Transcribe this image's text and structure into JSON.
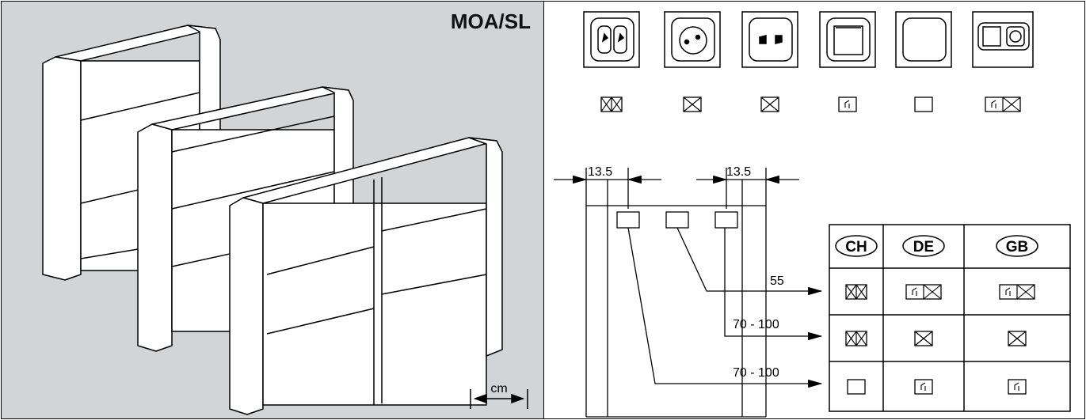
{
  "left_panel": {
    "title": "MOA/SL",
    "unit_label": "cm",
    "cabinets": [
      "cabinet-small",
      "cabinet-medium",
      "cabinet-large"
    ]
  },
  "right_panel": {
    "socket_icons": [
      {
        "name": "ch-double-socket-icon",
        "symbol": "double-outlet-symbol"
      },
      {
        "name": "de-schuko-socket-icon",
        "symbol": "outlet-symbol"
      },
      {
        "name": "eu-socket-icon",
        "symbol": "outlet-symbol"
      },
      {
        "name": "switch-icon",
        "symbol": "switch-symbol"
      },
      {
        "name": "blank-cover-icon",
        "symbol": "blank-symbol"
      },
      {
        "name": "switch-socket-combo-icon",
        "symbol": "switch-outlet-symbol"
      }
    ],
    "dimensions": {
      "left_offset": "13.5",
      "right_offset": "13.5",
      "row1": "55",
      "row2": "70 - 100",
      "row3": "70 - 100"
    },
    "table": {
      "headers": [
        "CH",
        "DE",
        "GB"
      ],
      "rows": [
        [
          "double-outlet-symbol",
          "switch-outlet-symbol",
          "switch-outlet-symbol"
        ],
        [
          "double-outlet-symbol",
          "outlet-symbol",
          "outlet-symbol"
        ],
        [
          "blank-symbol",
          "switch-symbol",
          "switch-symbol"
        ]
      ]
    }
  }
}
